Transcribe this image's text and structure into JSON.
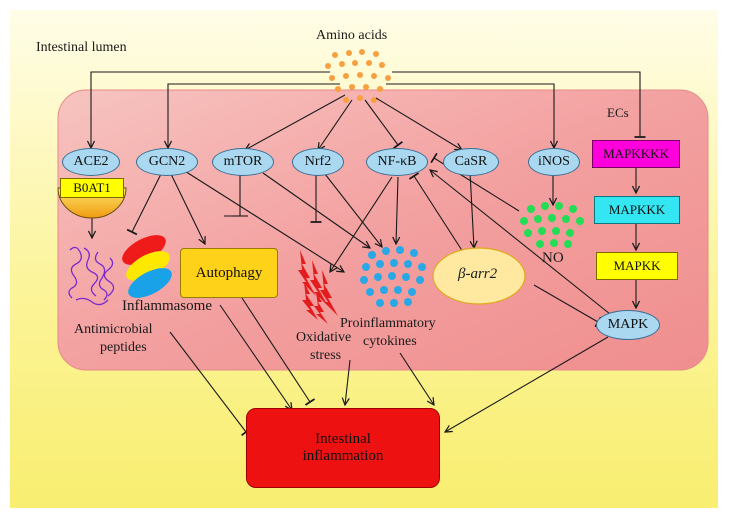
{
  "labels": {
    "intestinal_lumen": "Intestinal lumen",
    "amino_acids": "Amino acids",
    "ecs": "ECs"
  },
  "receptors": {
    "ace2": "ACE2",
    "gcn2": "GCN2",
    "mtor": "mTOR",
    "nrf2": "Nrf2",
    "nfkb": "NF-κB",
    "casr": "CaSR",
    "inos": "iNOS",
    "mapk": "MAPK"
  },
  "transporter": "B0AT1",
  "cascade": {
    "mapkkkk": "MAPKKKK",
    "mapkkk": "MAPKKK",
    "mapkk": "MAPKK"
  },
  "arr2": "β-arr2",
  "autophagy": "Autophagy",
  "no": "NO",
  "inflammasome": "Inflammasome",
  "antimicrobial_line1": "Antimicrobial",
  "antimicrobial_line2": "peptides",
  "oxidative_line1": "Oxidative",
  "oxidative_line2": "stress",
  "proinflammatory_line1": "Proinflammatory",
  "proinflammatory_line2": "cytokines",
  "outcome_line1": "Intestinal",
  "outcome_line2": "inflammation",
  "colors": {
    "frame_yellow": "#fbf6a8",
    "cell_pink": "#f39a9a",
    "receptor_blue": "#aad8f0",
    "outcome_red": "#ee1111",
    "mapkkkk_magenta": "#ff00dd",
    "mapkkk_cyan": "#33e6f2",
    "mapkk_yellow": "#ffff00",
    "autophagy_gold": "#ffd21a",
    "arr2_fill": "#ffe8a0",
    "dot_orange": "#f7a040",
    "no_green": "#22dd55",
    "cytokine_blue": "#2aa8e6",
    "stress_red": "#e31d1d"
  }
}
